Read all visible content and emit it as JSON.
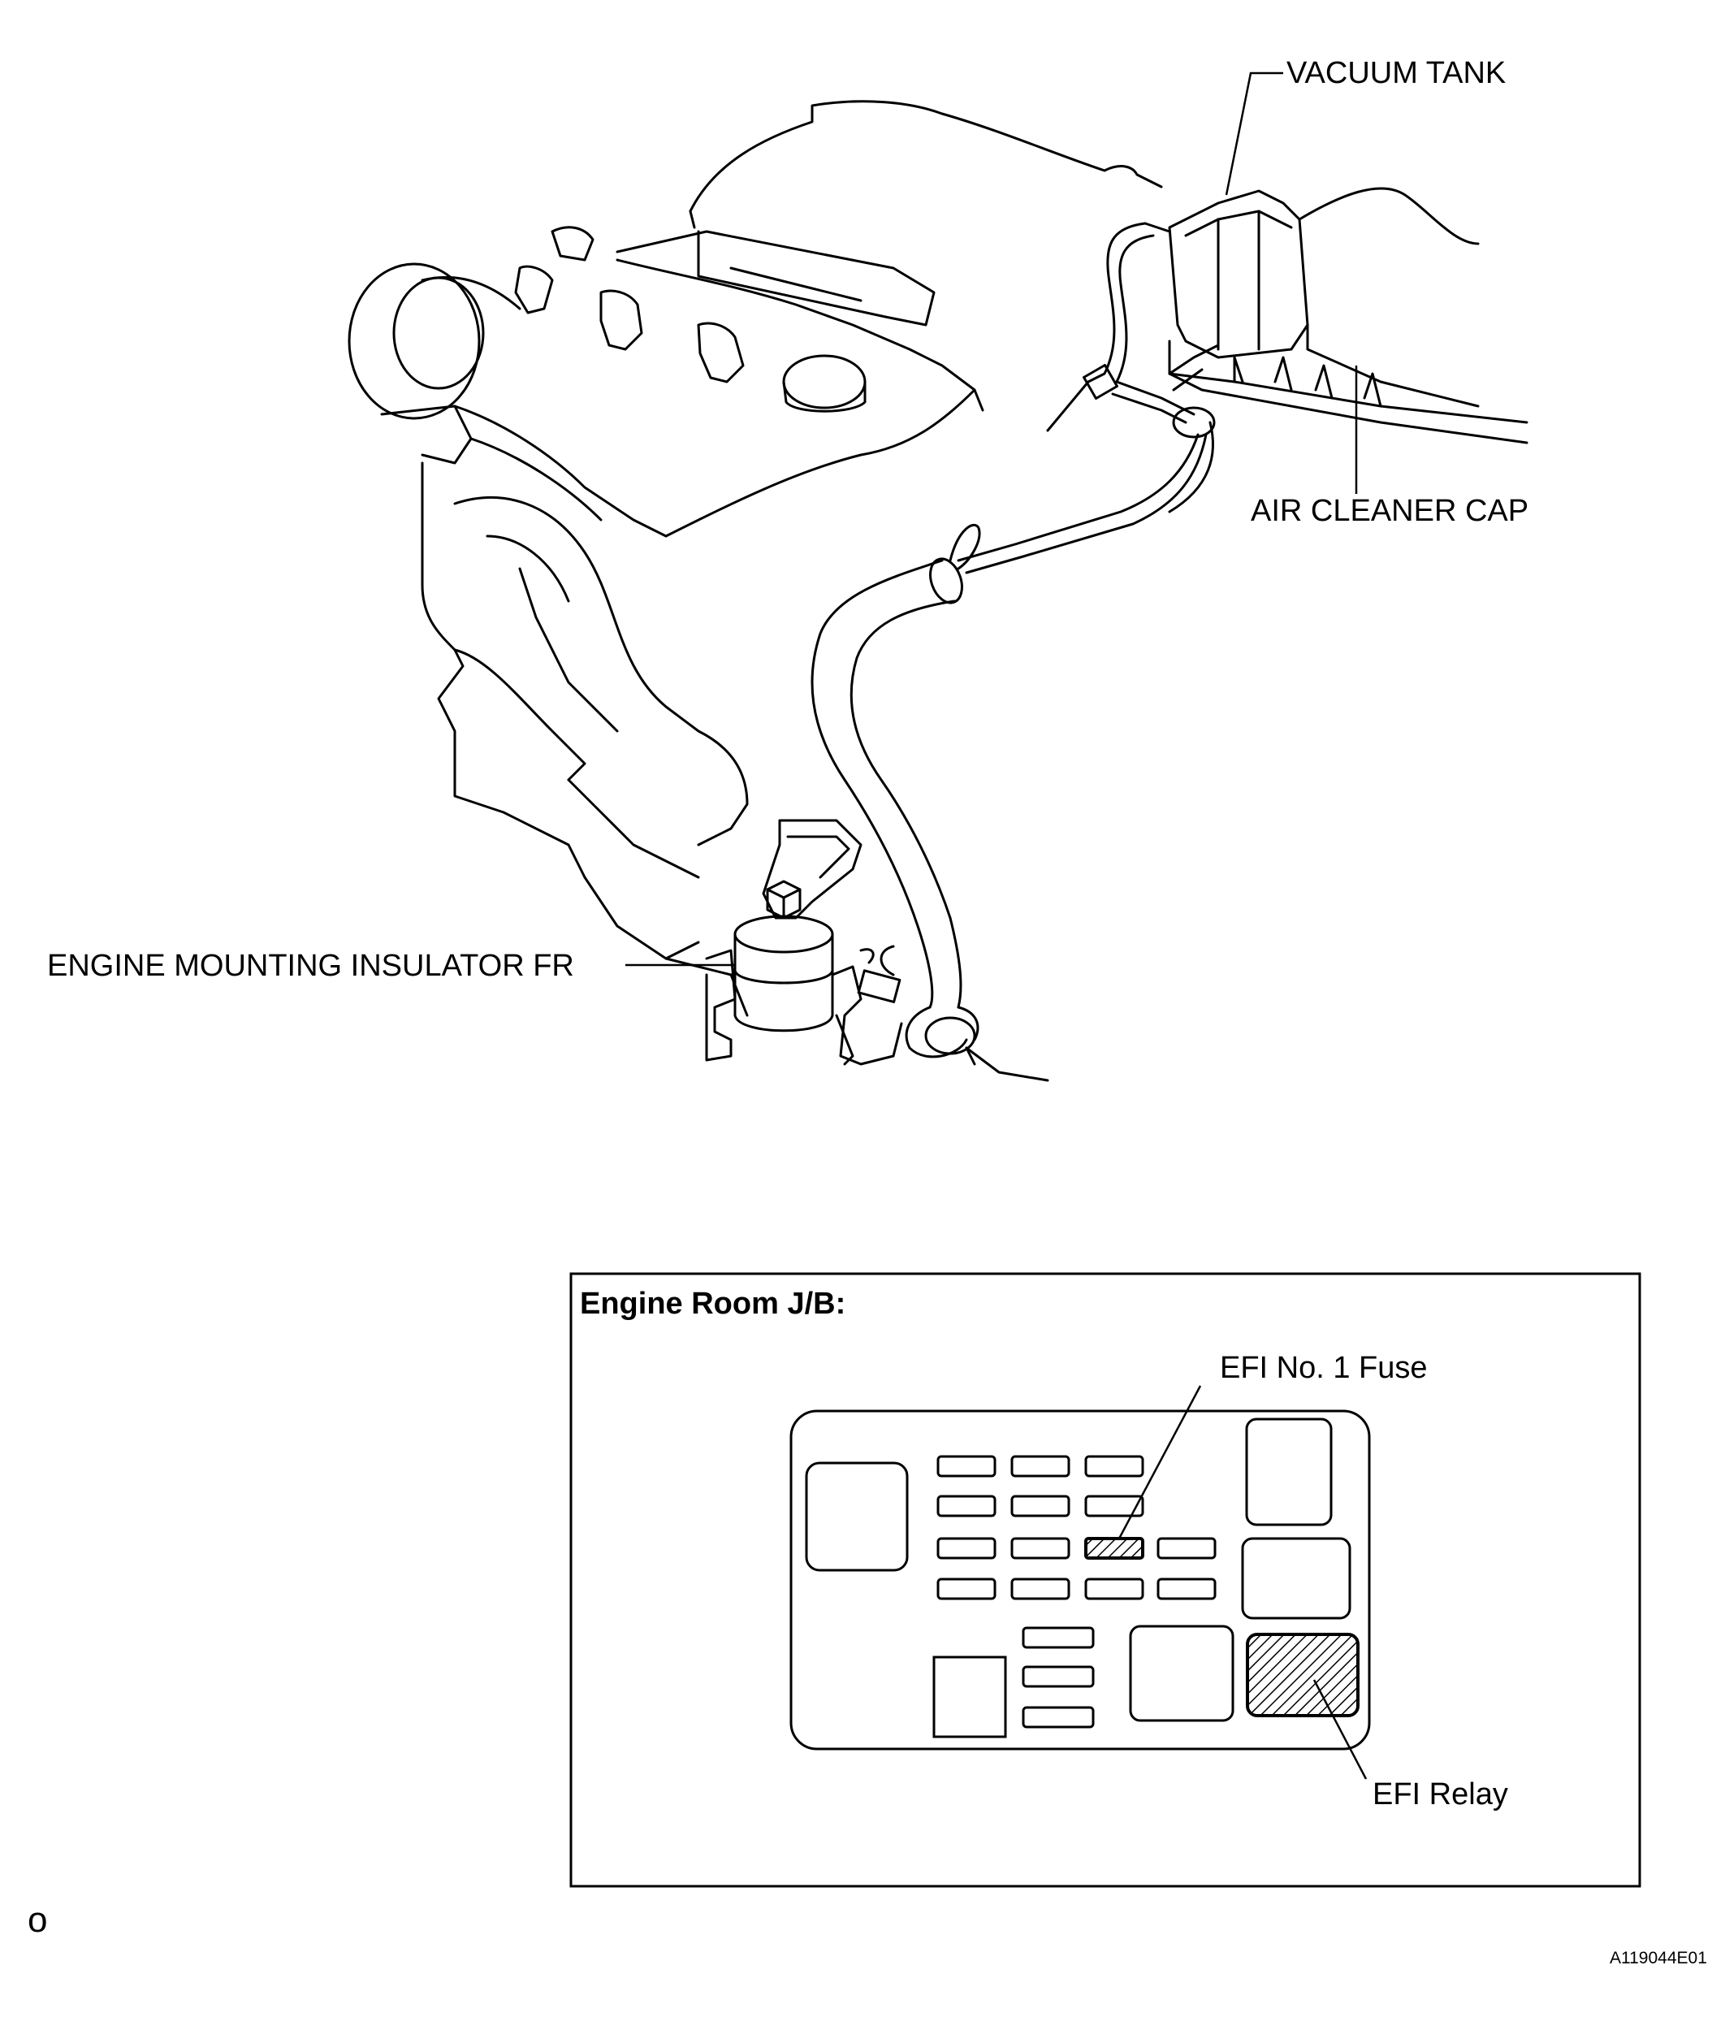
{
  "labels": {
    "vacuum_tank": "VACUUM TANK",
    "air_cleaner_cap": "AIR CLEANER CAP",
    "engine_mounting_insulator": "ENGINE MOUNTING INSULATOR FR"
  },
  "junction_box": {
    "title": "Engine Room J/B:",
    "efi_fuse": "EFI No. 1 Fuse",
    "efi_relay": "EFI Relay"
  },
  "footer": {
    "mark": "o",
    "figure_id": "A119044E01"
  }
}
